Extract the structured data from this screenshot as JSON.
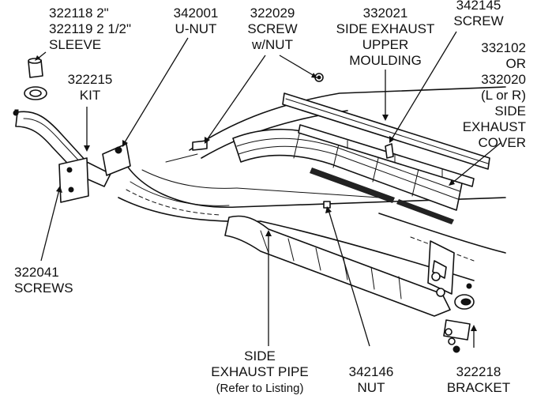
{
  "labels": {
    "sleeve": [
      "322118  2\"",
      "322119  2 1/2\"",
      "SLEEVE"
    ],
    "unut": [
      "342001",
      "U-NUT"
    ],
    "screw_nut": [
      "322029",
      "SCREW",
      "w/NUT"
    ],
    "upper_moulding": [
      "332021",
      "SIDE EXHAUST",
      "UPPER",
      "MOULDING"
    ],
    "screw": [
      "342145",
      "SCREW"
    ],
    "cover": [
      "332102",
      "OR",
      "332020",
      "(L or R)",
      "SIDE",
      "EXHAUST",
      "COVER"
    ],
    "kit": [
      "322215",
      "KIT"
    ],
    "screws": [
      "322041",
      "SCREWS"
    ],
    "pipe": [
      "SIDE",
      "EXHAUST PIPE",
      "(Refer to Listing)"
    ],
    "nut": [
      "342146",
      "NUT"
    ],
    "bracket": [
      "322218",
      "BRACKET"
    ]
  }
}
